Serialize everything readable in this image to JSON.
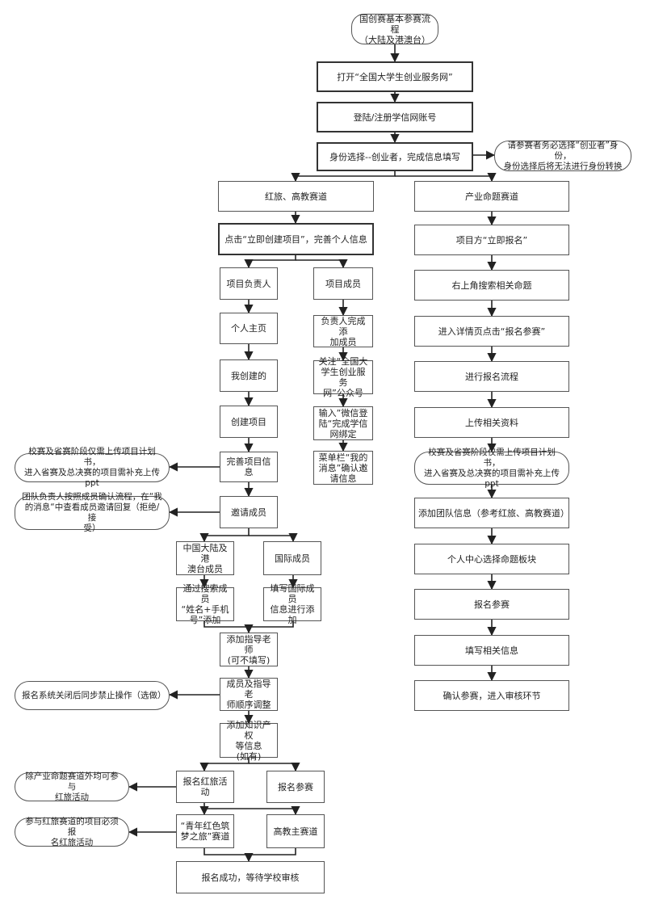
{
  "nodes": {
    "title": "国创赛基本参赛流程\n（大陆及港澳台）",
    "open_site": "打开“全国大学生创业服务网”",
    "login": "登陆/注册学信网账号",
    "identity": "身份选择--创业者，完成信息填写",
    "identity_note": "请参赛者务必选择“创业者”身份，\n身份选择后将无法进行身份转换",
    "track_red_higher": "红旅、高教赛道",
    "track_industry": "产业命题赛道",
    "create_project": "点击“立即创建项目”，完善个人信息",
    "leader": "项目负责人",
    "member": "项目成员",
    "personal_home": "个人主页",
    "my_created": "我创建的",
    "create": "创建项目",
    "complete_info": "完善项目信息",
    "plan_note_left": "校赛及省赛阶段仅需上传项目计划书，\n进入省赛及总决赛的项目需补充上传ppt",
    "invite": "邀请成员",
    "invite_note": "团队负责人按照成员确认流程，在“我\n的消息“中查看成员邀请回复（拒绝/接\n受）",
    "mainland": "中国大陆及港\n澳台成员",
    "international": "国际成员",
    "search_add": "通过搜索成员\n“姓名+手机\n号”添加",
    "fill_intl": "填写国际成员\n信息进行添加",
    "add_teacher": "添加指导老师\n(可不填写)",
    "order": "成员及指导老\n师顺序调整",
    "order_note": "报名系统关闭后同步禁止操作（选做）",
    "ip": "添加知识产权\n等信息\n(如有)",
    "red_activity": "报名红旅活动",
    "register": "报名参赛",
    "red_note": "除产业命题赛道外均可参与\n红旅活动",
    "youth_red": "“青年红色筑\n梦之旅”赛道",
    "higher_main": "高教主赛道",
    "youth_note": "参与红旅赛道的项目必须报\n名红旅活动",
    "success": "报名成功，等待学校审核",
    "m_leader_done": "负责人完成添\n加成员",
    "m_follow": "关注“全国大\n学生创业服务\n网”公众号",
    "m_wechat": "输入”微信登\n陆“完成学信\n网绑定",
    "m_menu": "菜单栏“我的\n消息”确认邀\n请信息",
    "i_apply": "项目方“立即报名”",
    "i_search": "右上角搜索相关命题",
    "i_detail": "进入详情页点击“报名参赛”",
    "i_process": "进行报名流程",
    "i_upload": "上传相关资料",
    "i_plan_note": "校赛及省赛阶段仅需上传项目计划书，\n进入省赛及总决赛的项目需补充上传ppt",
    "i_team": "添加团队信息（参考红旅、高教赛道）",
    "i_select": "个人中心选择命题板块",
    "i_register": "报名参赛",
    "i_fill": "填写相关信息",
    "i_confirm": "确认参赛，进入审核环节"
  }
}
